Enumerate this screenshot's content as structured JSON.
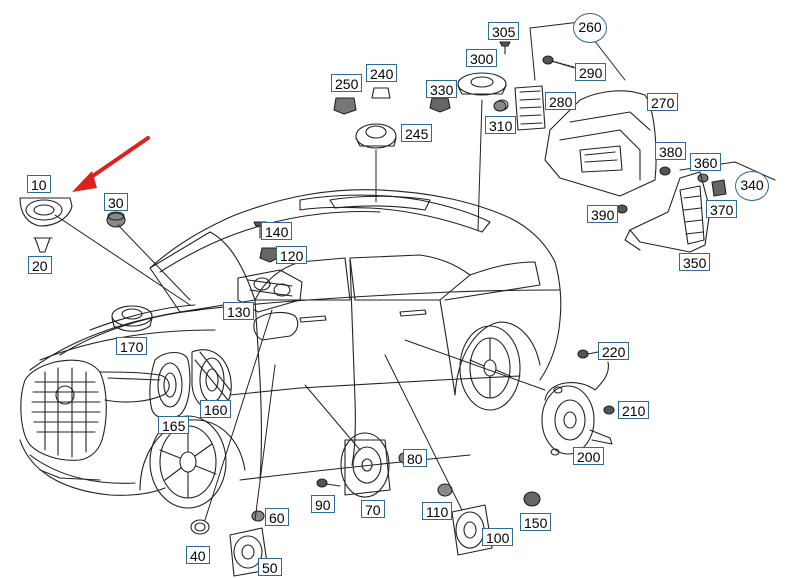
{
  "diagram": {
    "labels": {
      "p10": "10",
      "p20": "20",
      "p30": "30",
      "p40": "40",
      "p50": "50",
      "p60": "60",
      "p70": "70",
      "p80": "80",
      "p90": "90",
      "p100": "100",
      "p110": "110",
      "p120": "120",
      "p130": "130",
      "p140": "140",
      "p150": "150",
      "p160": "160",
      "p165": "165",
      "p170": "170",
      "p200": "200",
      "p210": "210",
      "p220": "220",
      "p240": "240",
      "p245": "245",
      "p250": "250",
      "p260": "260",
      "p270": "270",
      "p280": "280",
      "p290": "290",
      "p300": "300",
      "p305": "305",
      "p310": "310",
      "p330": "330",
      "p340": "340",
      "p350": "350",
      "p360": "360",
      "p370": "370",
      "p380": "380",
      "p390": "390"
    },
    "colors": {
      "label_border": "#2f6a96",
      "line": "#222222",
      "arrow": "#e0201b"
    }
  }
}
